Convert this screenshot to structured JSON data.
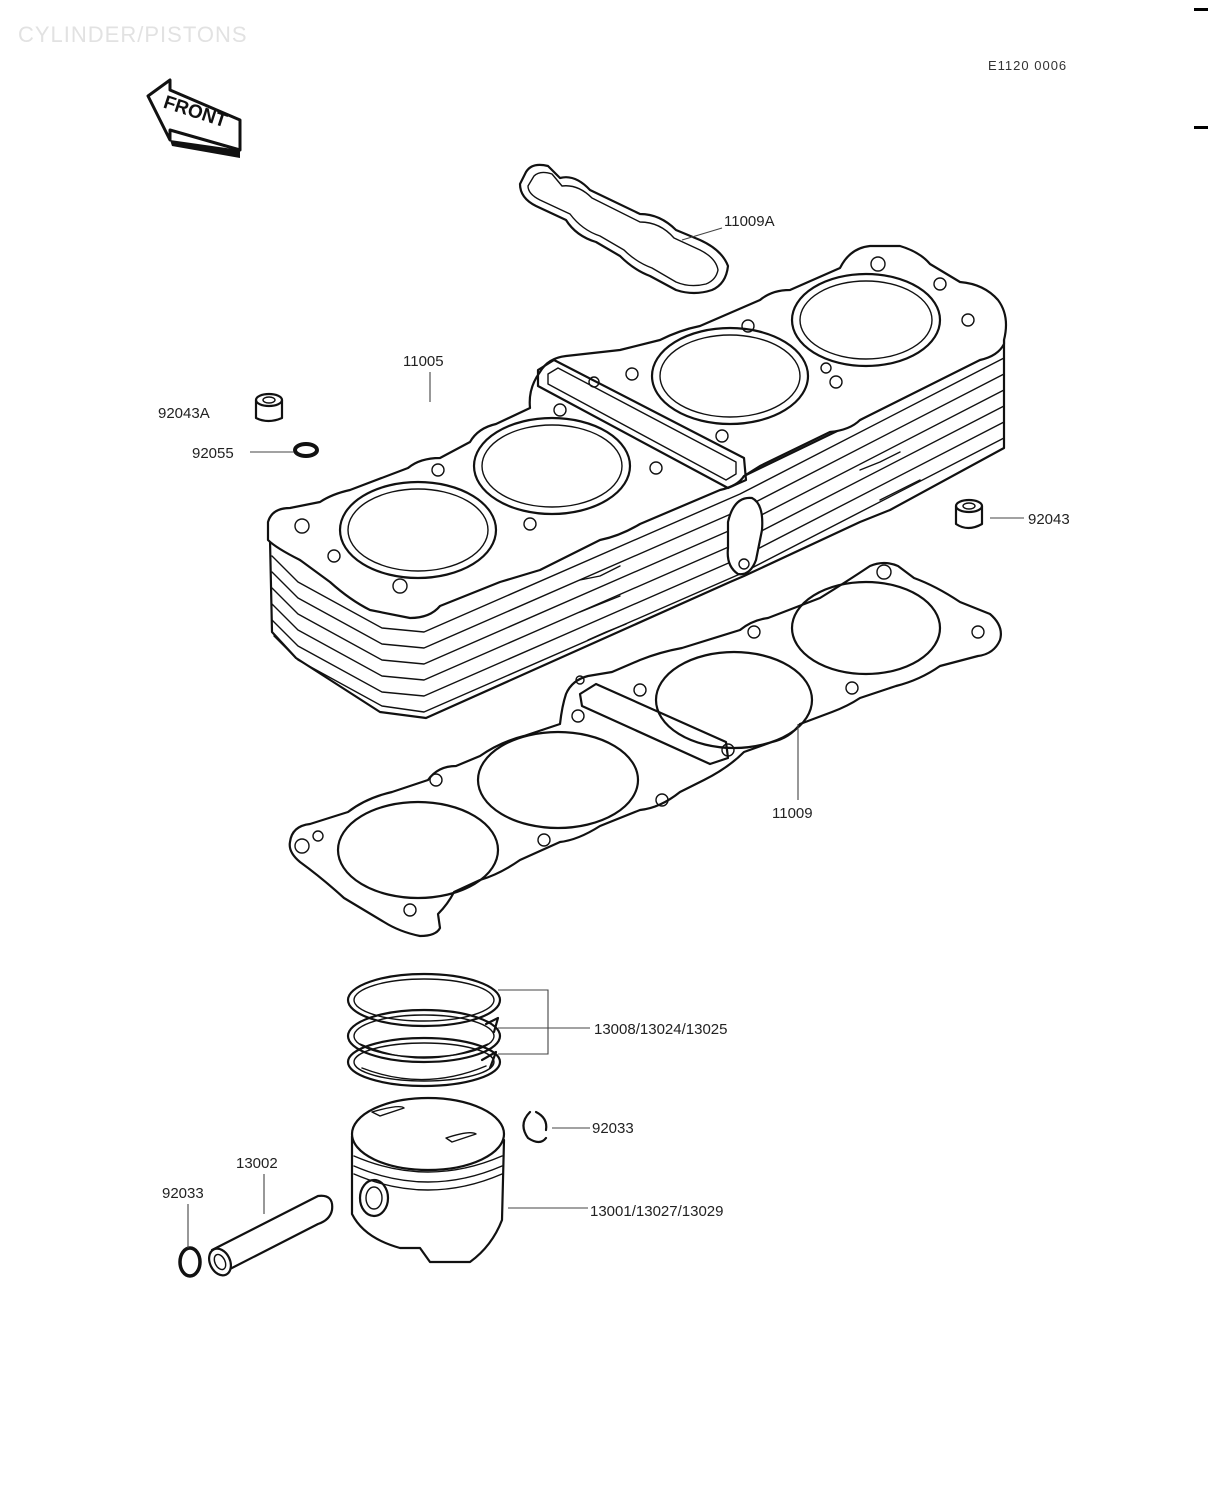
{
  "page": {
    "title": "CYLINDER/PISTONS",
    "figure_code": "E1120 0006"
  },
  "front_arrow": {
    "label": "FRONT"
  },
  "callouts": {
    "gasket_head_cover": "11009A",
    "cylinder": "11005",
    "dowel_pin_a": "92043A",
    "o_ring": "92055",
    "dowel_pin": "92043",
    "cylinder_base_gasket": "11009",
    "piston_rings": "13008/13024/13025",
    "circlip_right": "92033",
    "piston_pin": "13002",
    "circlip_left": "92033",
    "piston": "13001/13027/13029"
  },
  "colors": {
    "line": "#111111",
    "background": "#ffffff"
  }
}
